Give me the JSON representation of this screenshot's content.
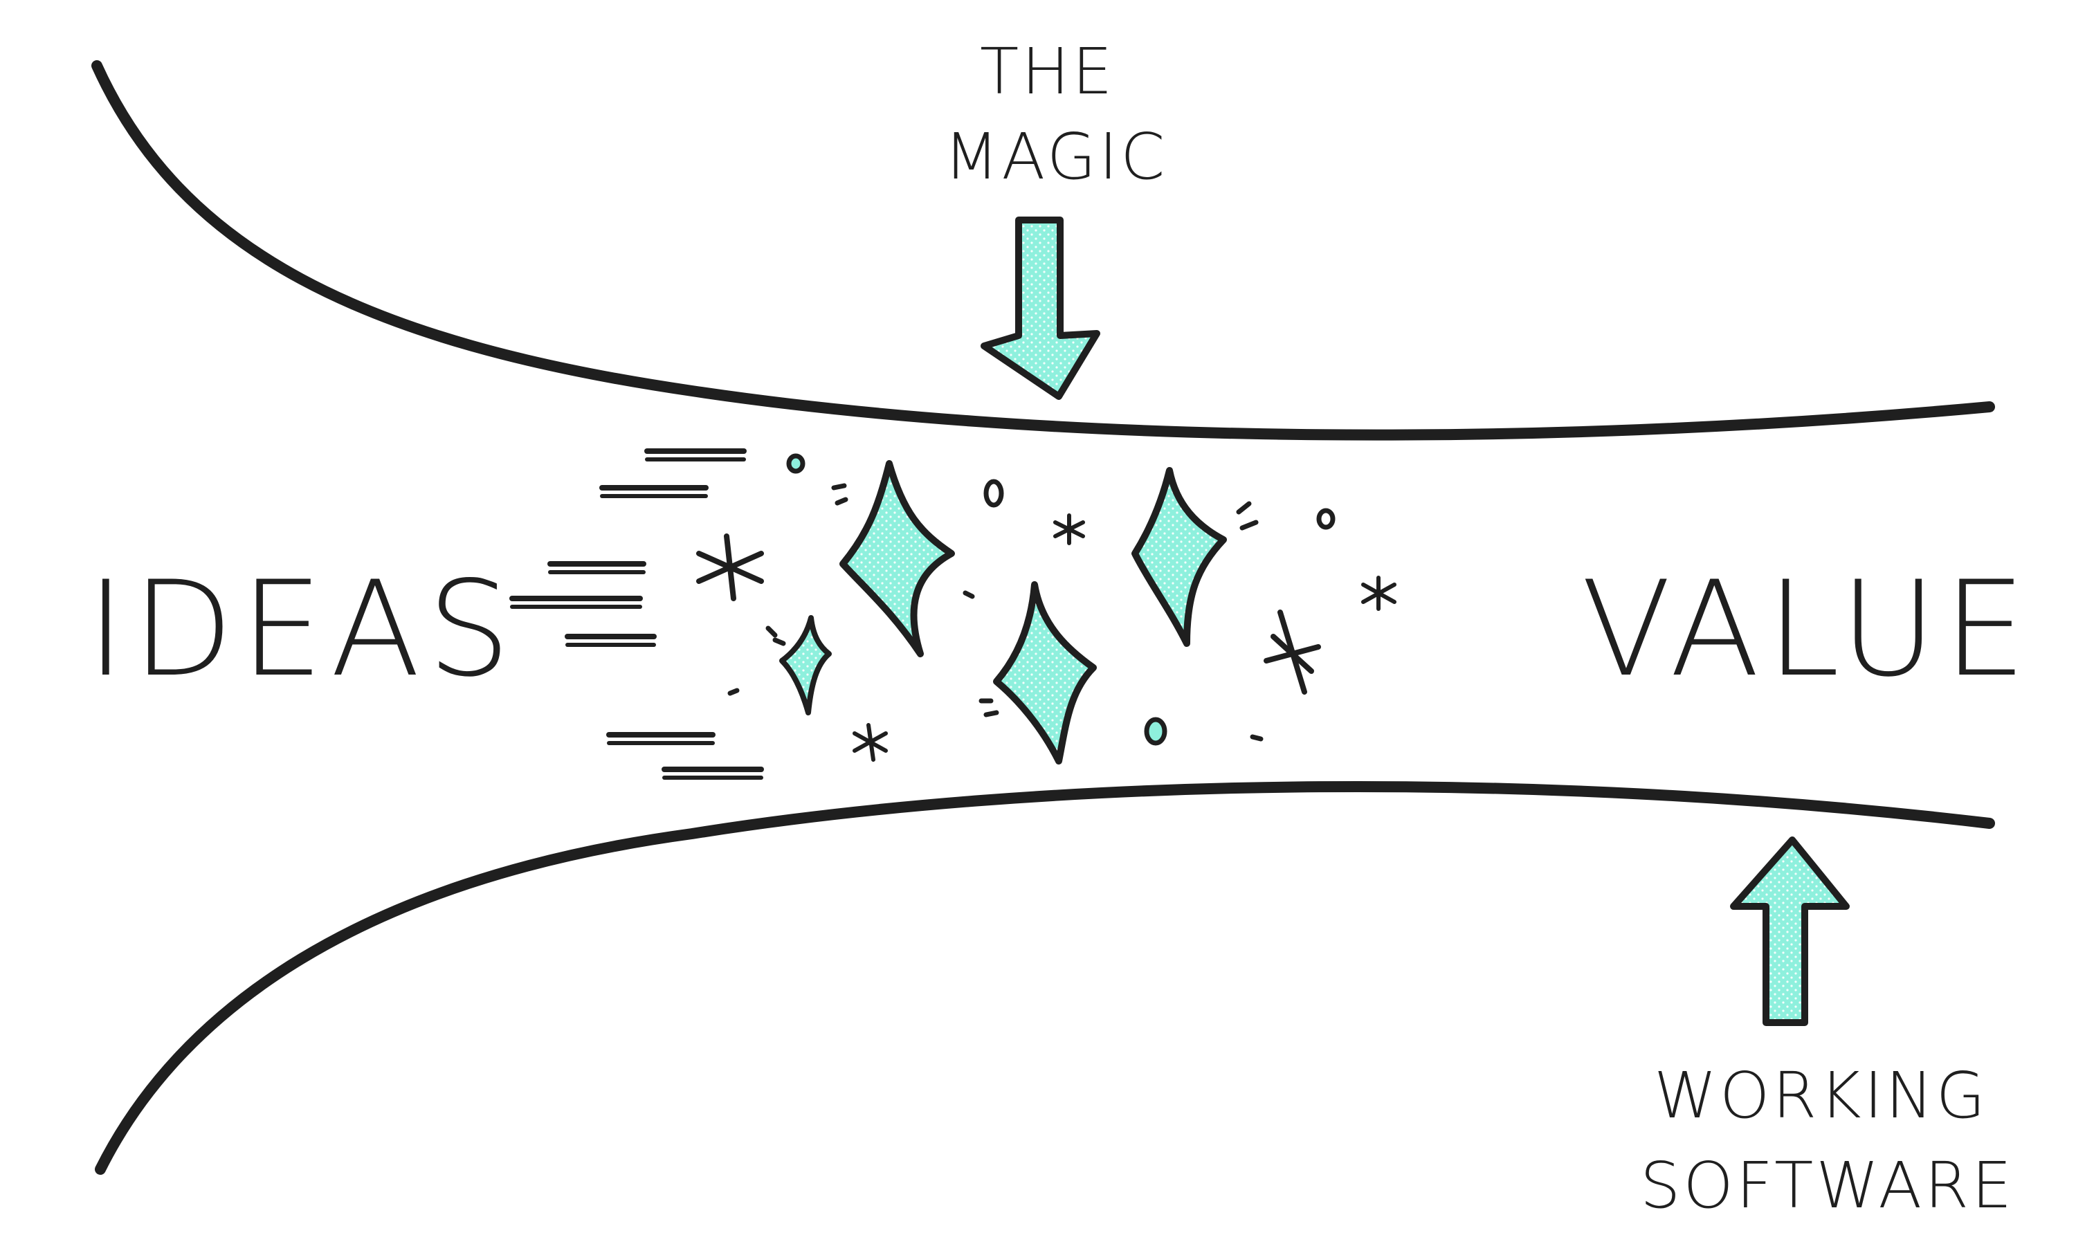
{
  "labels": {
    "left": "IDEAS",
    "right": "VALUE",
    "top_line1": "THE",
    "top_line2": "MAGIC",
    "bottom_line1": "WORKING",
    "bottom_line2": "SOFTWARE"
  },
  "colors": {
    "ink": "#1f1f1f",
    "accent": "#8ef0dd",
    "background": "#ffffff"
  },
  "icons": {
    "top_arrow": "down-arrow-icon",
    "bottom_arrow": "up-arrow-icon",
    "sparkles": "sparkle-icon"
  }
}
